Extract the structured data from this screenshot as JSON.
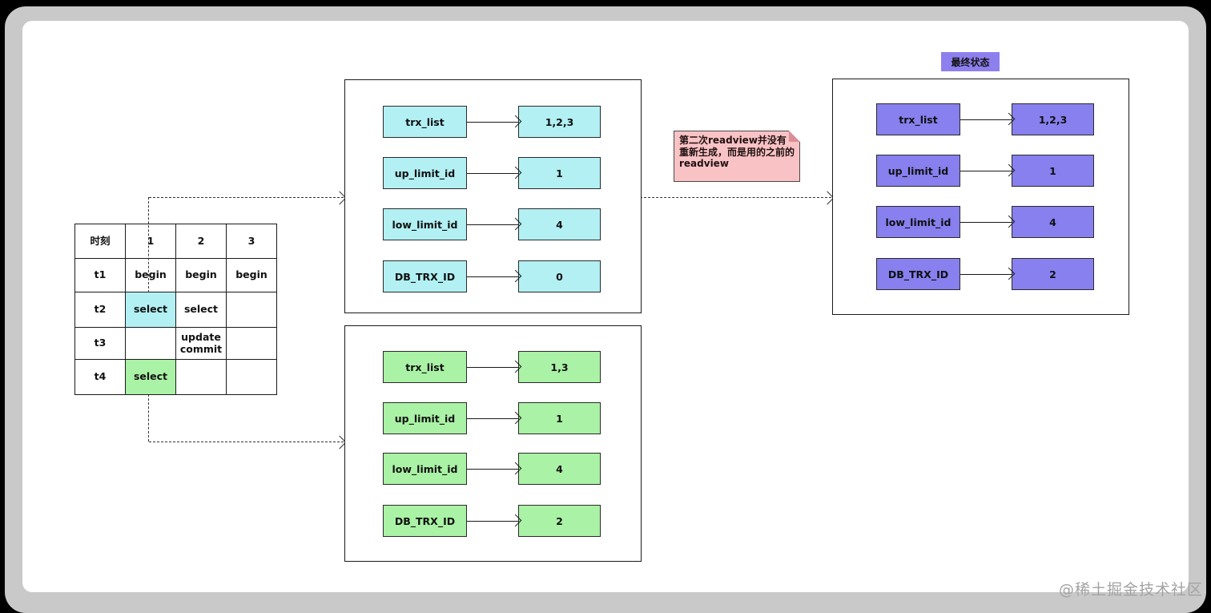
{
  "colors": {
    "first_readview": "#b2f0f3",
    "second_readview": "#aaf2a5",
    "final_readview": "#8780ee",
    "final_label_bg": "#8d80ee",
    "note_bg": "#f9c3c6"
  },
  "timeline_table": {
    "headers": [
      "时刻",
      "1",
      "2",
      "3"
    ],
    "rows": [
      {
        "time": "t1",
        "c1": "begin",
        "c2": "begin",
        "c3": "begin"
      },
      {
        "time": "t2",
        "c1": "select",
        "c2": "select",
        "c3": ""
      },
      {
        "time": "t3",
        "c1": "",
        "c2": "update commit",
        "c3": ""
      },
      {
        "time": "t4",
        "c1": "select",
        "c2": "",
        "c3": ""
      }
    ]
  },
  "readviews": {
    "first": {
      "rows": [
        {
          "label": "trx_list",
          "value": "1,2,3"
        },
        {
          "label": "up_limit_id",
          "value": "1"
        },
        {
          "label": "low_limit_id",
          "value": "4"
        },
        {
          "label": "DB_TRX_ID",
          "value": "0"
        }
      ]
    },
    "second": {
      "rows": [
        {
          "label": "trx_list",
          "value": "1,3"
        },
        {
          "label": "up_limit_id",
          "value": "1"
        },
        {
          "label": "low_limit_id",
          "value": "4"
        },
        {
          "label": "DB_TRX_ID",
          "value": "2"
        }
      ]
    },
    "final": {
      "title": "最终状态",
      "rows": [
        {
          "label": "trx_list",
          "value": "1,2,3"
        },
        {
          "label": "up_limit_id",
          "value": "1"
        },
        {
          "label": "low_limit_id",
          "value": "4"
        },
        {
          "label": "DB_TRX_ID",
          "value": "2"
        }
      ]
    }
  },
  "note": {
    "text": "第二次readview并没有重新生成，而是用的之前的readview"
  },
  "watermark": "@稀土掘金技术社区"
}
